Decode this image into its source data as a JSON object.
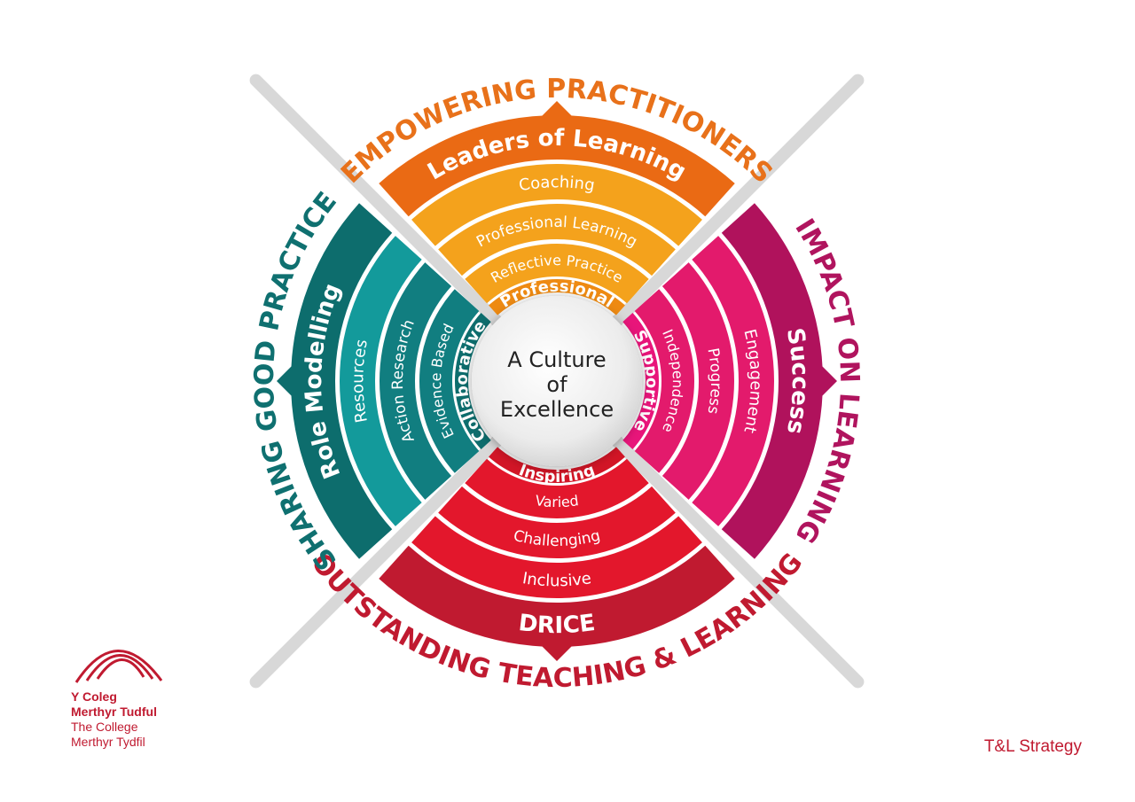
{
  "center": {
    "lines": [
      "A Culture",
      "of",
      "Excellence"
    ]
  },
  "quadrants": {
    "top": {
      "title": "EMPOWERING PRACTITIONERS",
      "rings": [
        "Leaders of Learning",
        "Coaching",
        "Professional Learning",
        "Reflective Practice",
        "Professional"
      ],
      "colors": {
        "title": "#e8711a",
        "outer": "#ea6a14",
        "r2": "#f4a21c",
        "r3": "#f4a21c",
        "r4": "#f4a21c",
        "inner": "#ee8a12"
      }
    },
    "right": {
      "title": "IMPACT ON LEARNING",
      "rings": [
        "Success",
        "Engagement",
        "Progress",
        "Independence",
        "Supportive"
      ],
      "colors": {
        "title": "#b0145e",
        "outer": "#b0125c",
        "r2": "#e31a6c",
        "r3": "#e31a6c",
        "r4": "#e31a6c",
        "inner": "#e8157a"
      }
    },
    "bottom": {
      "title": "OUTSTANDING TEACHING & LEARNING",
      "rings": [
        "DRICE",
        "Inclusive",
        "Challenging",
        "Varied",
        "Inspiring"
      ],
      "colors": {
        "title": "#c01a30",
        "outer": "#c01a30",
        "r2": "#e3172c",
        "r3": "#e3172c",
        "r4": "#e3172c",
        "inner": "#d21526"
      }
    },
    "left": {
      "title": "SHARING GOOD PRACTICE",
      "rings": [
        "Role Modelling",
        "Resources",
        "Action Research",
        "Evidence Based",
        "Collaborative"
      ],
      "colors": {
        "title": "#0f7070",
        "outer": "#0d6d6d",
        "r2": "#139a9b",
        "r3": "#117e80",
        "r4": "#117e80",
        "inner": "#0d6d6d"
      }
    }
  },
  "logo": {
    "line1": "Y Coleg",
    "line2": "Merthyr Tudful",
    "line3": "The College",
    "line4": "Merthyr Tydfil",
    "color": "#c01a30"
  },
  "footer": {
    "label": "T&L Strategy",
    "color": "#c01a30"
  }
}
